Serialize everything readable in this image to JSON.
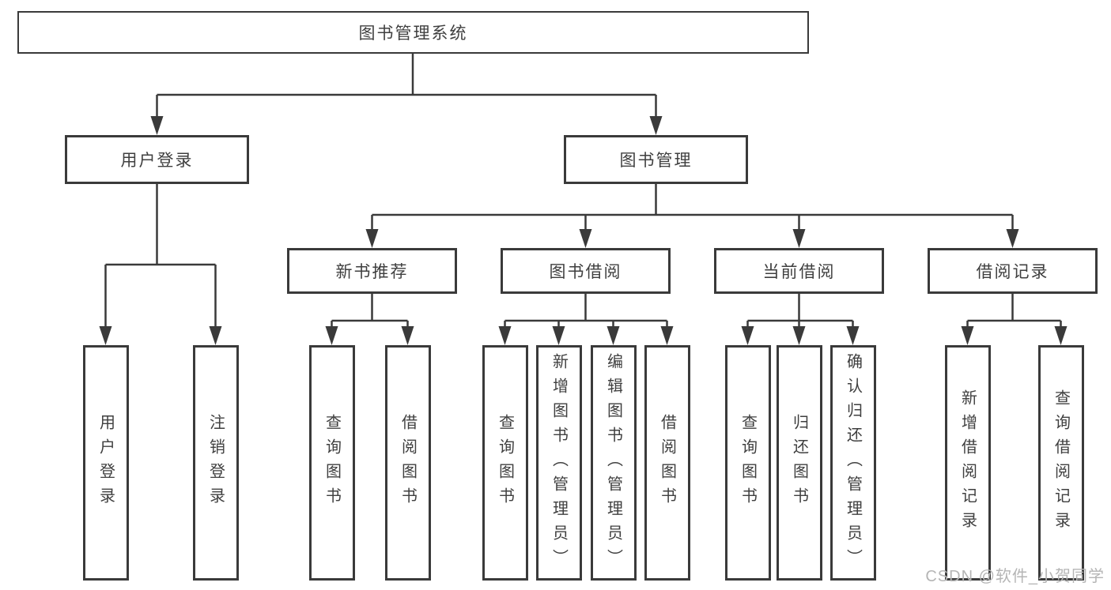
{
  "diagram": {
    "root": {
      "label": "图书管理系统"
    },
    "level2": [
      {
        "label": "用户登录"
      },
      {
        "label": "图书管理"
      }
    ],
    "level3": [
      {
        "label": "新书推荐"
      },
      {
        "label": "图书借阅"
      },
      {
        "label": "当前借阅"
      },
      {
        "label": "借阅记录"
      }
    ],
    "leaves": {
      "user_login": [
        "用户登录",
        "注销登录"
      ],
      "new_book_recommend": [
        "查询图书",
        "借阅图书"
      ],
      "book_borrow": [
        "查询图书",
        "新增图书（管理员）",
        "编辑图书（管理员）",
        "借阅图书"
      ],
      "current_borrow": [
        "查询图书",
        "归还图书",
        "确认归还（管理员）"
      ],
      "borrow_records": [
        "新增借阅记录",
        "查询借阅记录"
      ]
    }
  },
  "watermark": {
    "text": "CSDN @软件_小贺同学"
  },
  "colors": {
    "line": "#3a3a3a",
    "box_border": "#3a3a3a",
    "text": "#3f3f3f",
    "watermark": "#b5b5b5",
    "background": "#ffffff"
  }
}
